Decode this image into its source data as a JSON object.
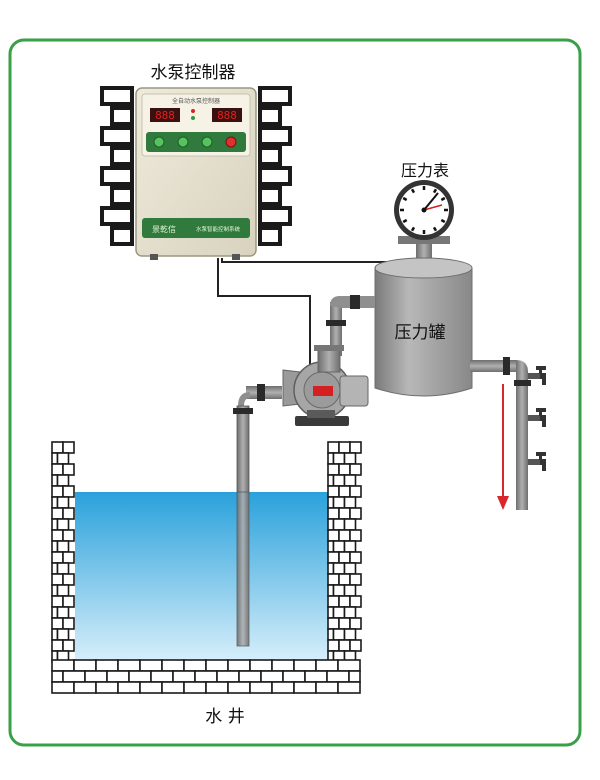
{
  "labels": {
    "controller": "水泵控制器",
    "gauge": "压力表",
    "tank": "压力罐",
    "well": "水 井"
  },
  "controller_panel": {
    "header_text": "全自动水泵控制器",
    "display_left": "888",
    "display_right": "888",
    "brand_text": "景乾信",
    "footer_text": "水泵智能控制系统"
  },
  "colors": {
    "frame_border": "#3aa047",
    "brick": "#1a1a1a",
    "pipe": "#8c8c8c",
    "tank": "#9a9a9a",
    "water_top": "#2aa1db",
    "water_bottom": "#d6eefa",
    "flow_arrow": "#d8262a",
    "controller_body": "#e6e2cf",
    "controller_green": "#2f7a3c",
    "display_red": "#e02020"
  },
  "icons": [
    "brick-wall",
    "pressure-gauge-icon",
    "pump-icon",
    "faucet-icon",
    "flow-arrow"
  ]
}
